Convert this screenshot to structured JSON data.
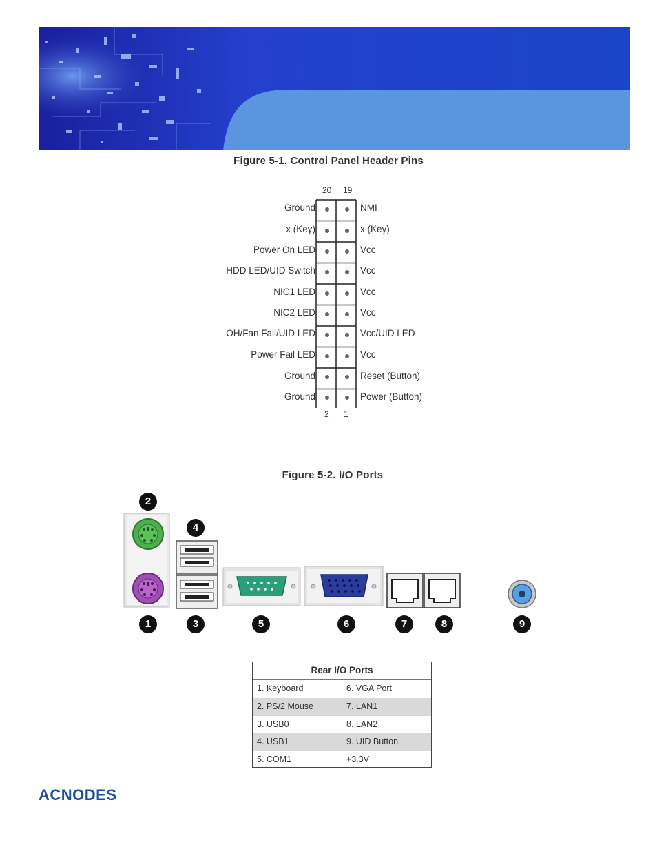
{
  "figure1": {
    "caption": "Figure 5-1. Control Panel Header Pins",
    "top_numbers": [
      "20",
      "19"
    ],
    "bottom_numbers": [
      "2",
      "1"
    ],
    "left_labels": [
      "Ground",
      "x (Key)",
      "Power On LED",
      "HDD LED/UID Switch",
      "NIC1 LED",
      "NIC2 LED",
      "OH/Fan Fail/UID LED",
      "Power Fail LED",
      "Ground",
      "Ground"
    ],
    "right_labels": [
      "NMI",
      "x (Key)",
      "Vcc",
      "Vcc",
      "Vcc",
      "Vcc",
      "Vcc/UID LED",
      "Vcc",
      "Reset (Button)",
      "Power (Button)"
    ]
  },
  "figure2": {
    "caption": "Figure 5-2. I/O Ports",
    "callouts": [
      "1",
      "2",
      "3",
      "4",
      "5",
      "6",
      "7",
      "8",
      "9"
    ]
  },
  "io_table": {
    "title": "Rear I/O Ports",
    "rows": [
      [
        "1. Keyboard",
        "6. VGA Port"
      ],
      [
        "2. PS/2 Mouse",
        "7. LAN1"
      ],
      [
        "3. USB0",
        "8. LAN2"
      ],
      [
        "4. USB1",
        "9. UID Button"
      ],
      [
        "5. COM1",
        "+3.3V"
      ]
    ]
  },
  "footer": {
    "logo_text": "ACNODES"
  },
  "colors": {
    "banner_blue": "#1f3fc4",
    "banner_light": "#5b95e0",
    "accent_line": "#d9733a",
    "logo": "#1d4fa0"
  }
}
